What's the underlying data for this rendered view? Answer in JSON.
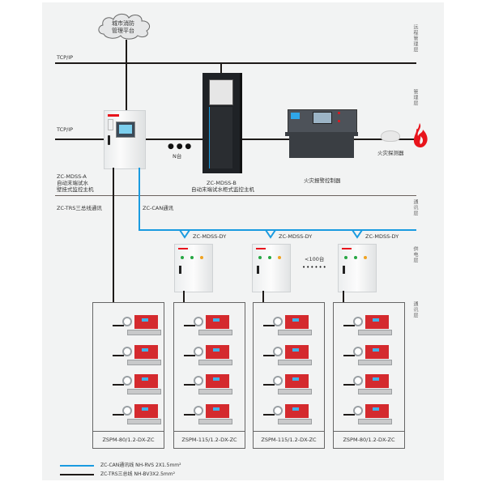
{
  "diagram": {
    "cloud": {
      "line1": "城市消防",
      "line2": "管理平台"
    },
    "network_labels": {
      "top": "TCP/IP",
      "middle": "TCP/IP"
    },
    "layers": {
      "remote": "远程管理层",
      "management": "管理层",
      "communication_upper": "通讯层",
      "power": "供电层",
      "communication_lower": "通讯层"
    },
    "devices": {
      "wall_host": {
        "model": "ZC-MDSS-A",
        "desc1": "自动末端试水",
        "desc2": "壁挂式监控主机"
      },
      "cabinet_host": {
        "model": "ZC-MDSS-B",
        "desc": "自动末端试水柜式监控主机"
      },
      "n_units": "N台",
      "fire_controller": "火灾报警控制器",
      "fire_detector": "火灾探测器"
    },
    "bus_labels": {
      "trs": "ZC-TRS三总线通讯",
      "can": "ZC-CAN通讯"
    },
    "power_units": [
      "ZC-MDSS-DY",
      "ZC-MDSS-DY",
      "ZC-MDSS-DY"
    ],
    "power_count": "<100台",
    "terminal_groups": [
      {
        "label": "ZSPM-80/1.2-DX-ZC",
        "count": 4
      },
      {
        "label": "ZSPM-115/1.2-DX-ZC",
        "count": 4
      },
      {
        "label": "ZSPM-115/1.2-DX-ZC",
        "count": 4
      },
      {
        "label": "ZSPM-80/1.2-DX-ZC",
        "count": 4
      }
    ],
    "legend": [
      {
        "label": "ZC-CAN通讯线 NH-RVS 2X1.5mm²",
        "color": "#1a9be0"
      },
      {
        "label": "ZC-TRS三总线 NH-BV3X2.5mm²",
        "color": "#1e1a18"
      }
    ],
    "colors": {
      "background": "#f2f3f3",
      "bus": "#1e1a18",
      "can": "#1a9be0",
      "fire": "#e8141c",
      "device_red": "#d42a2e"
    }
  }
}
